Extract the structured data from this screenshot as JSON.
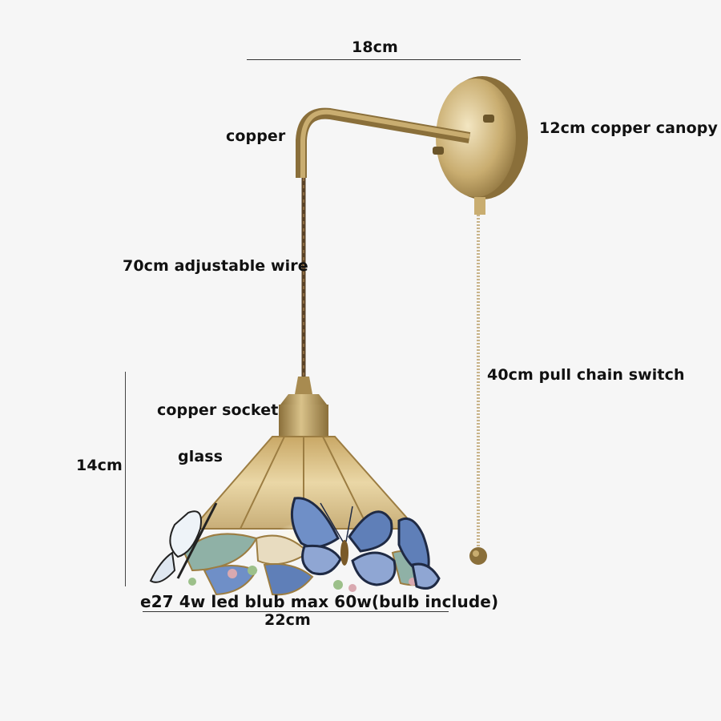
{
  "dimensions": {
    "width_top": "18cm",
    "height_shade": "14cm",
    "width_shade": "22cm"
  },
  "labels": {
    "arm": "copper",
    "canopy": "12cm copper canopy",
    "wire": "70cm adjustable wire",
    "socket": "copper socket",
    "shade": "glass",
    "pull_chain": "40cm pull chain switch",
    "bulb": "e27 4w led blub max 60w(bulb include)"
  },
  "colors": {
    "background": "#f6f6f6",
    "brass": "#b89a5c",
    "brass_dark": "#8a6f3a",
    "brass_light": "#e8d7a8",
    "wire": "#6b4f2e",
    "glass_amber": "#d8c08a",
    "butterfly_blue": "#5f7fb8",
    "butterfly_light": "#a9b9d8"
  }
}
